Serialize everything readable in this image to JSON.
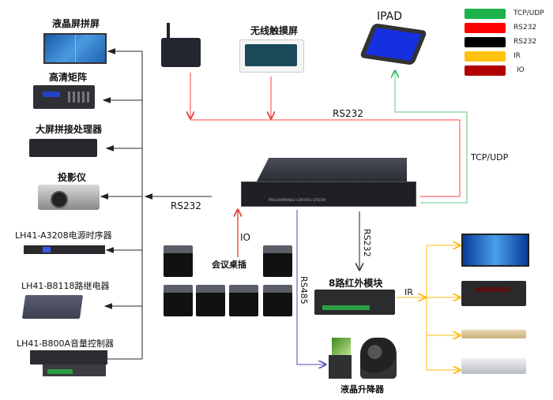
{
  "legend": [
    {
      "label": "TCP/UDP",
      "color": "#1db34a"
    },
    {
      "label": "RS232",
      "color": "#ff0000"
    },
    {
      "label": "RS232",
      "color": "#000000"
    },
    {
      "label": "IR",
      "color": "#ffc20e"
    },
    {
      "label": "IO",
      "color": "#b00000"
    }
  ],
  "left_devices": [
    {
      "label": "液晶屏拼屏",
      "icon": "video-wall-icon"
    },
    {
      "label": "高清矩阵",
      "icon": "hd-matrix-icon"
    },
    {
      "label": "大屏拼接处理器",
      "icon": "splicing-processor-icon"
    },
    {
      "label": "投影仪",
      "icon": "projector-icon"
    },
    {
      "label": "LH41-A3208电源时序器",
      "icon": "power-sequencer-icon"
    },
    {
      "label": "LH41-B8118路继电器",
      "icon": "relay-icon"
    },
    {
      "label": "LH41-B800A音量控制器",
      "icon": "volume-controller-icon"
    }
  ],
  "top_devices": {
    "wireless_gateway": {
      "icon": "wireless-gateway-icon"
    },
    "touch_panel": {
      "label": "无线触摸屏",
      "icon": "touch-panel-icon"
    },
    "ipad": {
      "label": "IPAD",
      "icon": "tablet-icon"
    }
  },
  "central_controller": {
    "label": "PROGRAMMABLE CONTROL SYSTEM",
    "icon": "central-controller-icon"
  },
  "conference_sockets": {
    "label": "会议桌插",
    "count": 6
  },
  "ir_module": {
    "label": "8路红外模块"
  },
  "lcd_lift": {
    "label": "液晶升降器"
  },
  "ir_targets": [
    {
      "icon": "tv-icon"
    },
    {
      "icon": "av-receiver-icon"
    },
    {
      "icon": "dvd-player-icon"
    },
    {
      "icon": "set-top-box-icon"
    }
  ],
  "links": {
    "rs232_top": "RS232",
    "rs232_left": "RS232",
    "rs232_down": "RS232",
    "rs485": "RS485",
    "io": "IO",
    "ir": "IR",
    "tcp_udp": "TCP/UDP"
  },
  "colors": {
    "tcp": "#7fd49a",
    "rs232_red": "#ff6b6b",
    "rs232_black": "#555555",
    "ir": "#ffc83d",
    "io": "#e03030",
    "rs485": "#7070c8"
  }
}
